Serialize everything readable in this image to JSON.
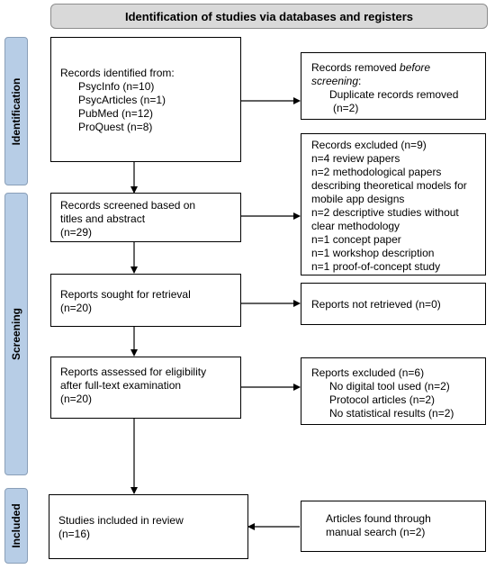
{
  "header": {
    "title": "Identification of studies via databases and registers"
  },
  "phases": {
    "identification": "Identification",
    "screening": "Screening",
    "included": "Included"
  },
  "boxes": {
    "records_identified": {
      "title": "Records identified from:",
      "items": [
        "PsycInfo (n=10)",
        "PsycArticles (n=1)",
        "PubMed (n=12)",
        "ProQuest (n=8)"
      ]
    },
    "records_removed": {
      "prefix": "Records removed ",
      "italic1": "before",
      "italic2": "screening",
      "suffix": ":",
      "item": "Duplicate records removed",
      "count": "(n=2)"
    },
    "records_screened": {
      "lines": [
        "Records screened based on",
        "titles and abstract",
        "(n=29)"
      ]
    },
    "records_excluded": {
      "lines": [
        "Records excluded (n=9)",
        "n=4 review papers",
        "n=2 methodological papers",
        "describing theoretical models for",
        "mobile app designs",
        "n=2 descriptive studies without",
        "clear methodology",
        "n=1 concept paper",
        "n=1 workshop description",
        "n=1 proof-of-concept study"
      ]
    },
    "reports_sought": {
      "lines": [
        "Reports sought for retrieval",
        "(n=20)"
      ]
    },
    "reports_not_retrieved": {
      "text": "Reports not retrieved (n=0)"
    },
    "reports_assessed": {
      "lines": [
        "Reports assessed for eligibility",
        "after full-text examination",
        "(n=20)"
      ]
    },
    "reports_excluded": {
      "title": "Reports excluded (n=6)",
      "items": [
        "No digital tool used (n=2)",
        "Protocol articles (n=2)",
        "No statistical results (n=2)"
      ]
    },
    "studies_included": {
      "lines": [
        "Studies included in review",
        "(n=16)"
      ]
    },
    "manual_search": {
      "lines": [
        "Articles found through",
        "manual search (n=2)"
      ]
    }
  }
}
